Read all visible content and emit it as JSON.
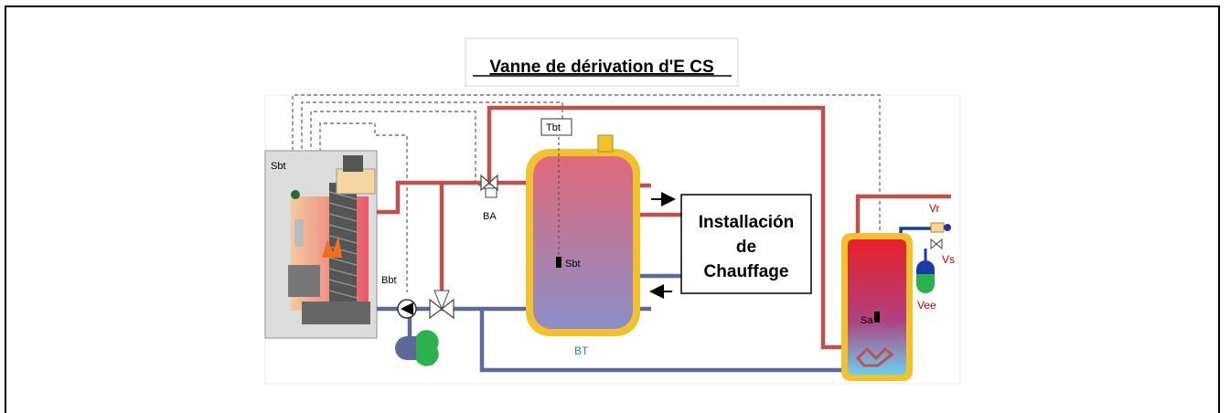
{
  "title": "Vanne de dérivation d'E CS",
  "labels": {
    "tbt": "Tbt",
    "sbt_boiler": "Sbt",
    "sbt_tank": "Sbt",
    "ba": "BA",
    "bbt": "Bbt",
    "bt": "BT",
    "sa": "Sa",
    "vr": "Vr",
    "vs": "Vs",
    "vee": "Vee"
  },
  "installation": {
    "line1": "Installación",
    "line2": "de",
    "line3": "Chauffage"
  },
  "colors": {
    "hot_pipe": "#c0504d",
    "cold_pipe": "#5b6a9a",
    "tank_shell": "#f2c12e",
    "tank_fill_top": "#e06a7a",
    "tank_fill_bottom": "#8a8ec8",
    "dhw_top": "#e8202a",
    "dhw_bottom": "#6ad0f0",
    "red_label": "#c00000",
    "teal_label": "#1f8a8a",
    "boiler_body": "#d9d9d9",
    "expansion_green": "#2bb24c"
  }
}
